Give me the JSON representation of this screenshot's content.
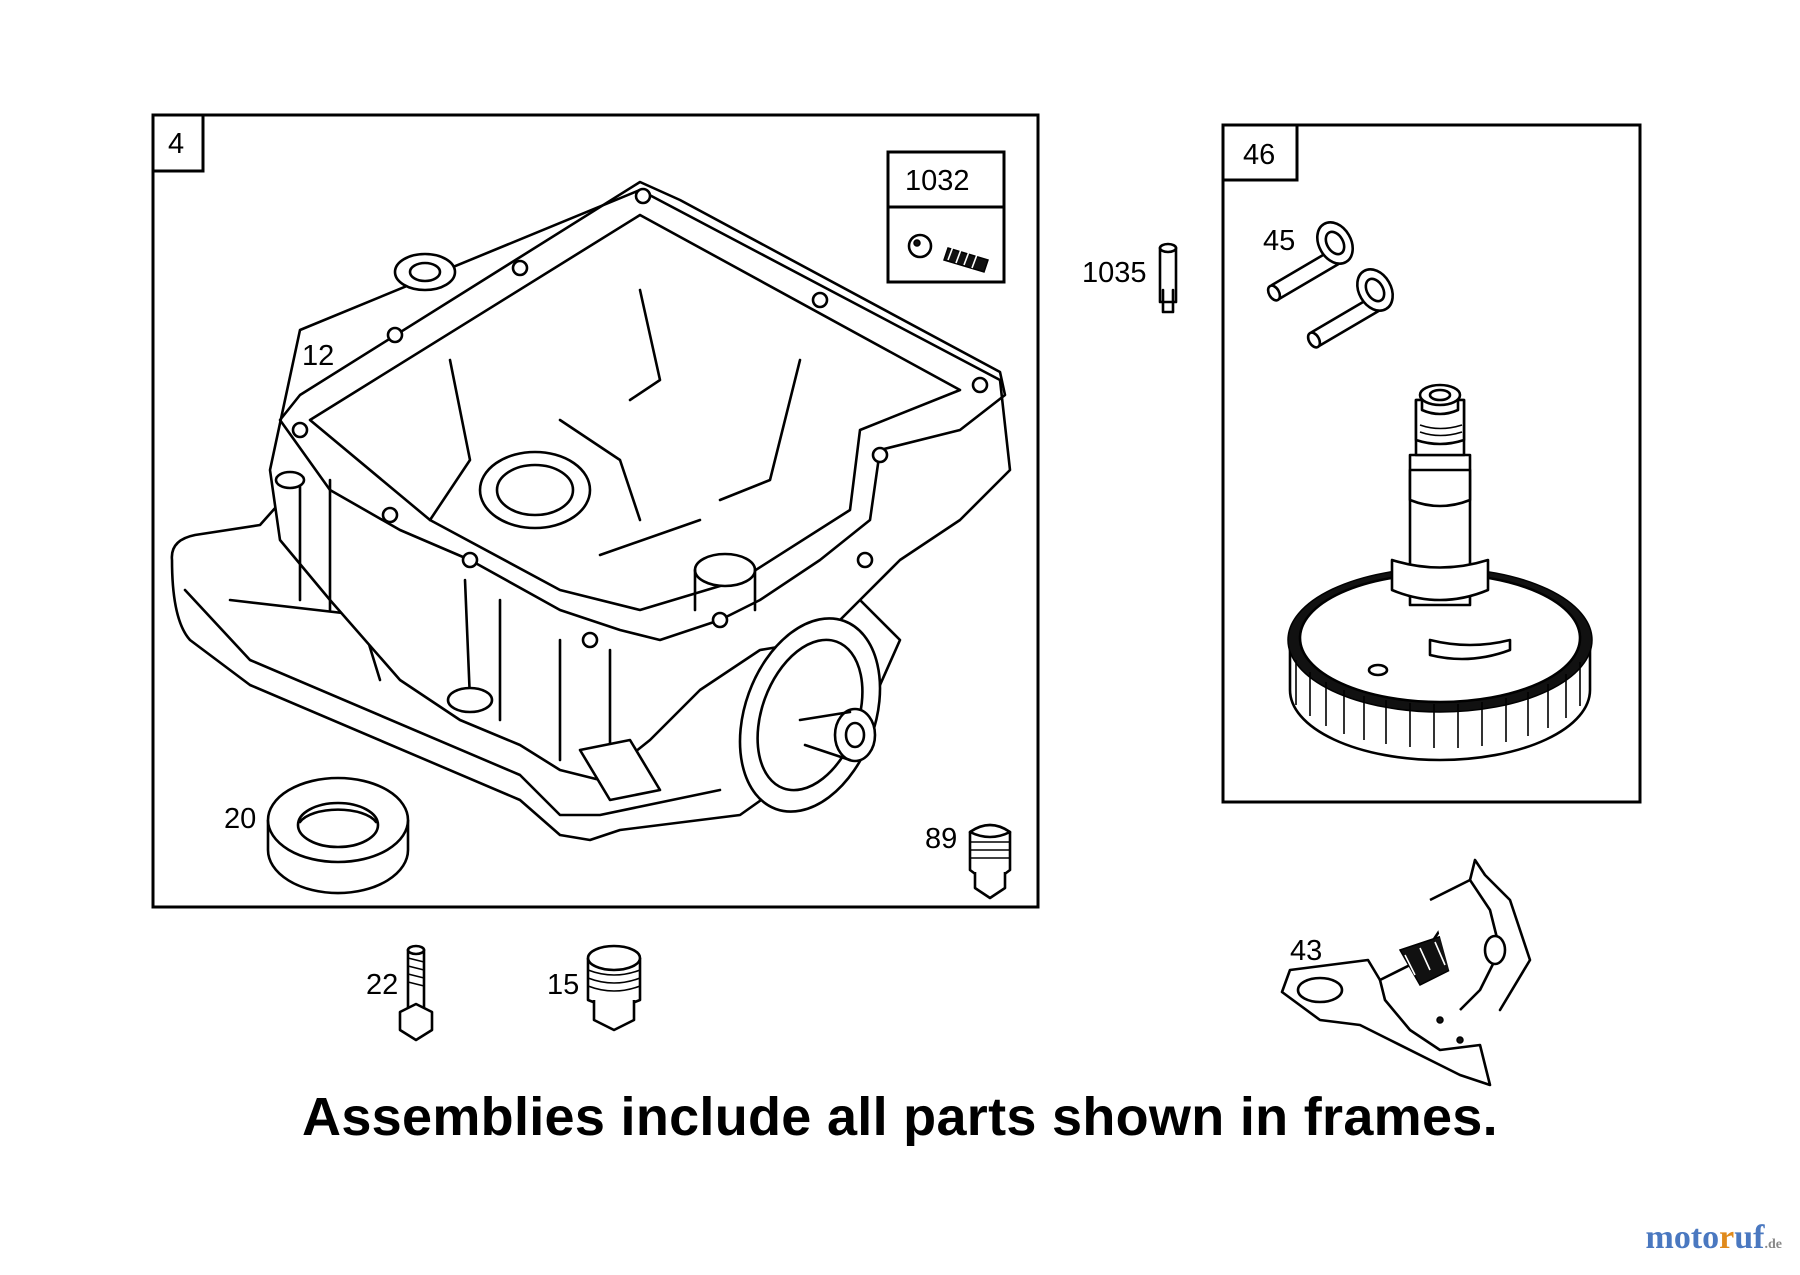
{
  "frames": {
    "sump_assembly_tag": "4",
    "camshaft_assembly_tag": "46",
    "sub_kit_tag": "1032"
  },
  "parts": {
    "p12": "12",
    "p20": "20",
    "p89": "89",
    "p1035": "1035",
    "p45": "45",
    "p22": "22",
    "p15": "15",
    "p43": "43"
  },
  "caption": "Assemblies include all parts shown in frames.",
  "watermark": {
    "part1": "moto",
    "part2": "r",
    "part3": "uf",
    "suffix": ".de"
  },
  "colors": {
    "line": "#000000",
    "background": "#ffffff",
    "watermark_blue": "#4a78c0",
    "watermark_orange": "#e08a1c"
  }
}
